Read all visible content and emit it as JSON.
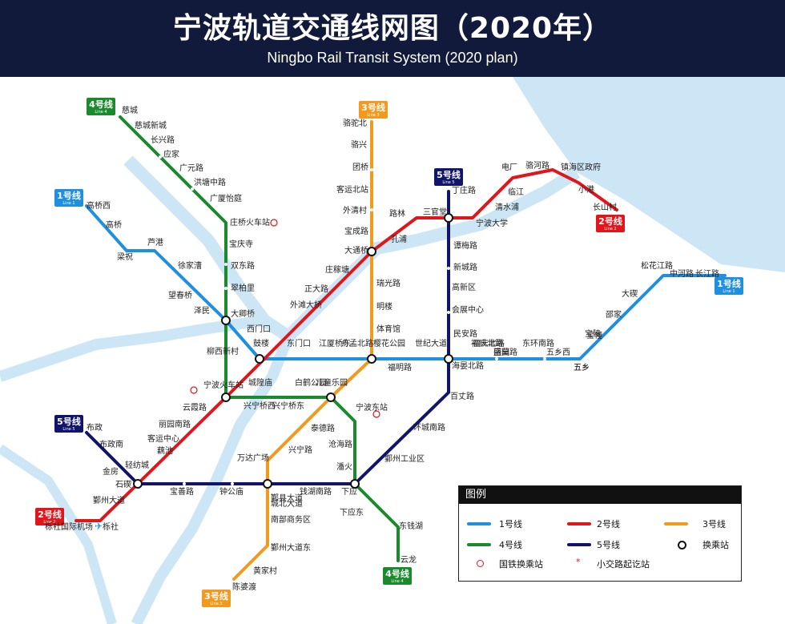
{
  "header": {
    "title": "宁波轨道交通线网图（2020年）",
    "subtitle": "Ningbo Rail Transit System (2020 plan)"
  },
  "colors": {
    "line1": "#1f8fe0",
    "line2": "#e0161b",
    "line3": "#f29a1e",
    "line4": "#1a8a2c",
    "line5": "#11146b",
    "water": "#cce6f6",
    "header_bg": "#121a3c"
  },
  "line_badges": [
    {
      "line": "line4",
      "name": "4号线",
      "en": "Line 4"
    },
    {
      "line": "line3",
      "name": "3号线",
      "en": "Line 3"
    },
    {
      "line": "line5",
      "name": "5号线",
      "en": "Line 5"
    },
    {
      "line": "line1",
      "name": "1号线",
      "en": "Line 1"
    },
    {
      "line": "line2",
      "name": "2号线",
      "en": "Line 2"
    },
    {
      "line": "line1",
      "name": "1号线",
      "en": "Line 1"
    },
    {
      "line": "line5",
      "name": "5号线",
      "en": "Line 5"
    },
    {
      "line": "line2",
      "name": "2号线",
      "en": "Line 2"
    },
    {
      "line": "line4",
      "name": "4号线",
      "en": "Line 4"
    },
    {
      "line": "line3",
      "name": "3号线",
      "en": "Line 3"
    }
  ],
  "stations": [
    "慈城",
    "慈城新城",
    "长兴路",
    "应家",
    "广元路",
    "洪塘中路",
    "广厦怡庭",
    "庄桥火车站",
    "宝庆寺",
    "双东路",
    "翠柏里",
    "大卿桥",
    "西门口",
    "柳西新村",
    "宁波火车站",
    "高桥西",
    "高桥",
    "梁祝",
    "芦港",
    "徐家漕",
    "望春桥",
    "泽民",
    "骆驼北",
    "骆兴",
    "团桥",
    "客运北站",
    "外清村",
    "宝成路",
    "大通桥",
    "路林",
    "孔浦",
    "三官堂",
    "丁庄路",
    "宁波大学",
    "电厂",
    "临江",
    "清水浦",
    "骆河路",
    "镇海区政府",
    "小港",
    "长山村",
    "谭梅路",
    "新城路",
    "高新区",
    "会展中心",
    "民安路",
    "福庆北路",
    "丽园",
    "松花江路",
    "中河路",
    "长江路",
    "大碶",
    "邵家",
    "宝陵",
    "五乡",
    "庄稼塘",
    "正大路",
    "外滩大桥",
    "鼓楼",
    "东门口",
    "江厦桥东",
    "舟孟北路",
    "樱花公园",
    "世纪大道",
    "海晏北路",
    "福庆北路",
    "盛莫路",
    "东环南路",
    "五乡西",
    "福明路",
    "城隍庙",
    "白鹤公园",
    "儿童乐园",
    "瑞光路",
    "明楼",
    "体育馆",
    "兴宁桥西",
    "兴宁桥东",
    "宁波东站",
    "云霞路",
    "丽园南路",
    "客运中心",
    "鄞州大道",
    "鄞州工业区",
    "环城南路",
    "百丈路",
    "布政",
    "布政南",
    "藕池",
    "轻纺城",
    "金房",
    "石碶",
    "宝善路",
    "钟公庙",
    "鄞县大道",
    "钱湖南路",
    "下应",
    "下应东",
    "东钱湖",
    "云龙",
    "南部商务区",
    "鄞州大道东",
    "黄家村",
    "陈婆渡",
    "栎社国际机场",
    "栎社",
    "城北大道",
    "兴宁路",
    "万达广场",
    "泰德路",
    "沧海路",
    "潘火",
    "宝幢",
    "五乡"
  ],
  "legend": {
    "title": "图例",
    "items": [
      {
        "line": "line1",
        "label": "1号线"
      },
      {
        "line": "line2",
        "label": "2号线"
      },
      {
        "line": "line3",
        "label": "3号线"
      },
      {
        "line": "line4",
        "label": "4号线"
      },
      {
        "line": "line5",
        "label": "5号线"
      }
    ],
    "interchange": "换乘站",
    "railway": "国铁换乘站",
    "short_turn": "小交路起讫站"
  }
}
